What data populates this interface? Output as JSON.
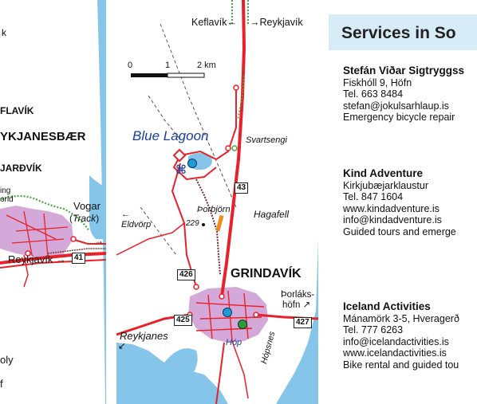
{
  "left_map": {
    "labels": {
      "top_letter": "k",
      "keflavik": "FLAVÍK",
      "reykjanesbaer": "YKJANESBÆR",
      "njardvik": "JARÐVÍK",
      "viking_world_1": "ing",
      "viking_world_2": "orld",
      "vogar": "Vogar",
      "track": "(Track)",
      "reykjavik": "Reykjavík →",
      "road_41": "41",
      "bottom_1": "oly",
      "bottom_2": "f"
    }
  },
  "center_map": {
    "labels": {
      "keflavik_dir": "Keflavík←",
      "reykjavik_dir": "→Reykjavík",
      "scale_0": "0",
      "scale_1": "1",
      "scale_2": "2 km",
      "blue_lagoon": "Blue Lagoon",
      "svartsengi": "Svartsengi",
      "road_43": "43",
      "thorbjorn": "Þorbjörn",
      "elev_229": "229",
      "hagafell": "Hagafell",
      "eldvorp": "Eldvörp",
      "road_426": "426",
      "grindavik": "GRINDAVÍK",
      "thorlakshofn_1": "Þorláks-",
      "thorlakshofn_2": "höfn ↗",
      "road_425": "425",
      "road_427": "427",
      "reykjanes": "Reykjanes",
      "hop": "Hóp",
      "hopsnes": "Hópsnes"
    }
  },
  "services": {
    "title": "Services in So",
    "entries": [
      {
        "name": "Stefán Viðar Sigtryggss",
        "lines": [
          "Fiskhóll 9, Höfn",
          "Tel. 663 8484",
          "stefan@jokulsarhlaup.is",
          "Emergency bicycle repair"
        ]
      },
      {
        "name": "Kind Adventure",
        "lines": [
          "Kirkjubæjarklaustur",
          "Tel. 847 1604",
          "www.kindadventure.is",
          "info@kindadventure.is",
          "Guided tours and emerge"
        ]
      },
      {
        "name": "Iceland Activities",
        "lines": [
          "Mánamörk 3-5, Hveragerð",
          "Tel. 777 6263",
          "info@icelandactivities.is",
          "www.icelandactivities.is",
          "Bike rental and guided tou"
        ]
      }
    ]
  },
  "colors": {
    "sea": "#84c5e9",
    "land": "#ffffff",
    "urban": "#d4a9d9",
    "road": "#e8202a",
    "track": "#4aa844",
    "header_band": "#d8ecf8"
  }
}
